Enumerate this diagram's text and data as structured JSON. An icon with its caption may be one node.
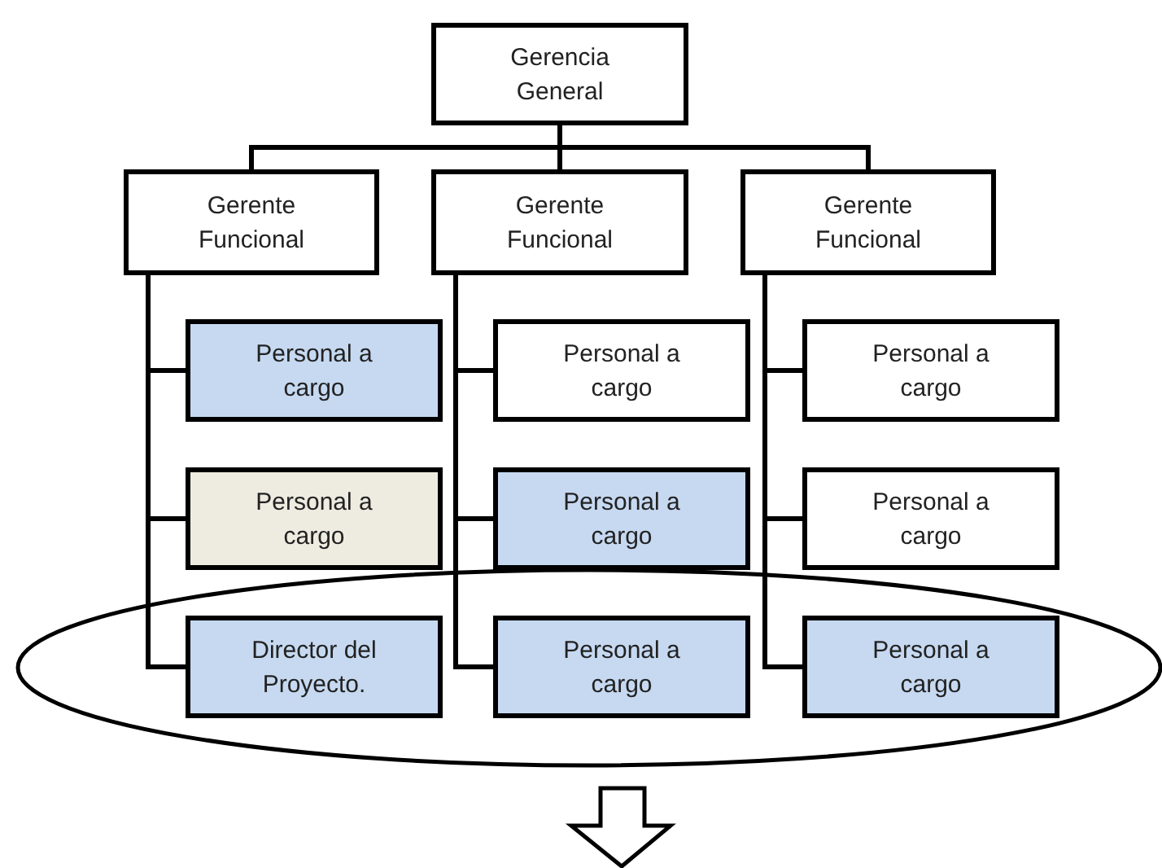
{
  "diagram": {
    "nodes": [
      {
        "text": [
          "Gerencia General"
        ]
      },
      {
        "text": [
          "Gerente Funcional"
        ]
      },
      {
        "text": [
          "Gerente Funcional"
        ]
      },
      {
        "text": [
          "Gerente Funcional"
        ]
      },
      {
        "text": [
          "Personal a cargo"
        ]
      },
      {
        "text": [
          "Personal a cargo"
        ]
      },
      {
        "text": [
          "Personal a cargo"
        ]
      },
      {
        "text": [
          "Personal a cargo"
        ]
      },
      {
        "text": [
          "Personal a cargo"
        ]
      },
      {
        "text": [
          "Personal a cargo"
        ]
      },
      {
        "text": [
          "Director del Proyecto."
        ]
      },
      {
        "text": [
          "Personal a cargo"
        ]
      },
      {
        "text": [
          "Personal a cargo"
        ]
      }
    ],
    "edges": [
      {
        "from": 0,
        "to": 1,
        "arrow": "none"
      },
      {
        "from": 0,
        "to": 2,
        "arrow": "none"
      },
      {
        "from": 0,
        "to": 3,
        "arrow": "none"
      },
      {
        "from": 1,
        "to": 4,
        "arrow": "none"
      },
      {
        "from": 1,
        "to": 7,
        "arrow": "none"
      },
      {
        "from": 1,
        "to": 10,
        "arrow": "none"
      },
      {
        "from": 2,
        "to": 5,
        "arrow": "none"
      },
      {
        "from": 2,
        "to": 8,
        "arrow": "none"
      },
      {
        "from": 2,
        "to": 11,
        "arrow": "none"
      },
      {
        "from": 3,
        "to": 6,
        "arrow": "none"
      },
      {
        "from": 3,
        "to": 9,
        "arrow": "none"
      },
      {
        "from": 3,
        "to": 12,
        "arrow": "none"
      }
    ]
  }
}
